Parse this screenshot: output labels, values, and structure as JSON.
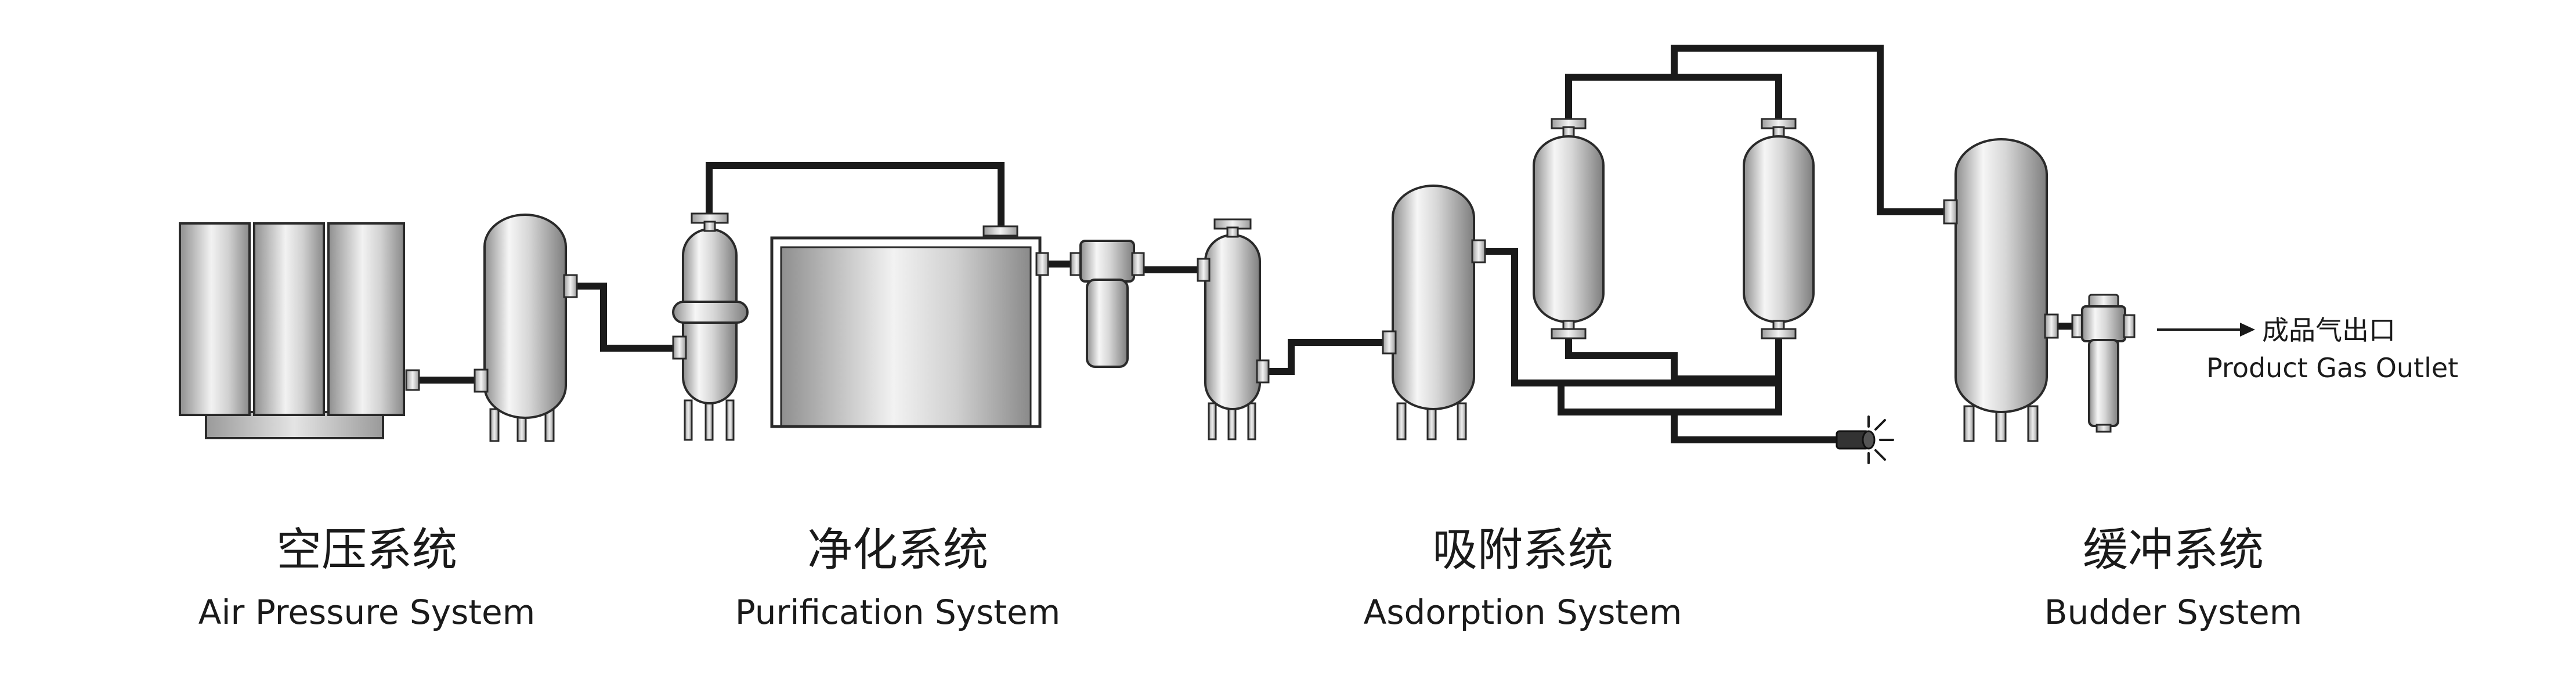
{
  "sections": [
    {
      "zh": "空压系统",
      "en": "Air Pressure System"
    },
    {
      "zh": "净化系统",
      "en": "Purification System"
    },
    {
      "zh": "吸附系统",
      "en": "Asdorption System"
    },
    {
      "zh": "缓冲系统",
      "en": "Budder System"
    }
  ],
  "outlet": {
    "zh": "成品气出口",
    "en": "Product Gas Outlet"
  },
  "colors": {
    "pipe": "#1a1a1a",
    "metal_light": "#f4f4f4",
    "metal_dark": "#9a9a9a",
    "text": "#1a1a1a"
  }
}
